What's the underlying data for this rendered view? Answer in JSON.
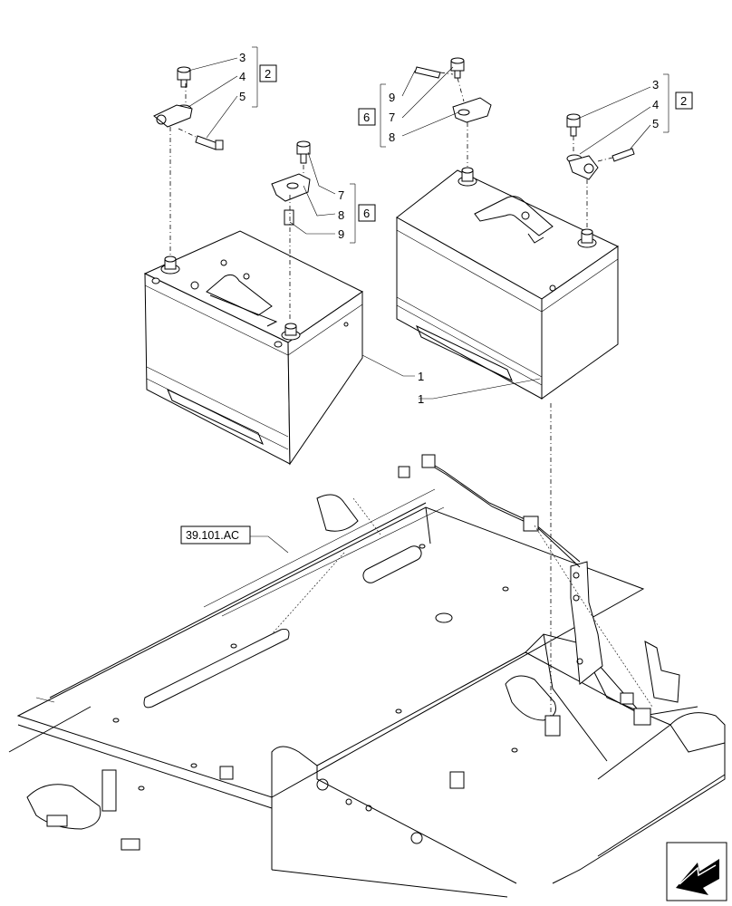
{
  "callouts": {
    "left_bolt": [
      "3",
      "4",
      "5"
    ],
    "left_group": "2",
    "mid_bolt": [
      "7",
      "8",
      "9"
    ],
    "mid_group": "6",
    "right_top_bolt": [
      "9",
      "7",
      "8"
    ],
    "right_top_group": "6",
    "right_bolt": [
      "3",
      "4",
      "5"
    ],
    "right_group": "2",
    "battery_left": "1",
    "battery_right": "1"
  },
  "reference": "39.101.AC",
  "nav_icon": "arrow-left-down-icon"
}
